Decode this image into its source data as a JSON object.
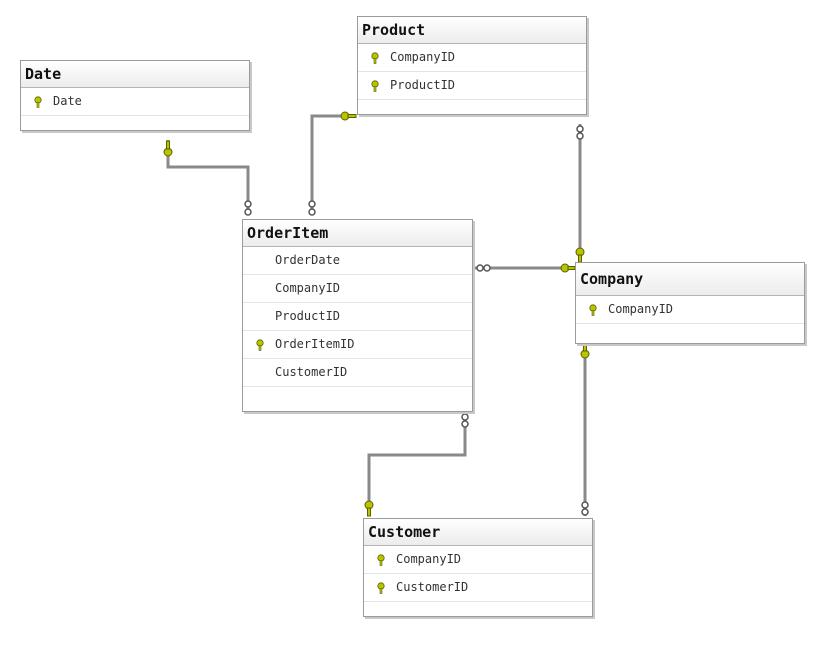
{
  "diagram": {
    "tables": {
      "date": {
        "title": "Date",
        "columns": [
          {
            "name": "Date",
            "pk": true
          }
        ]
      },
      "product": {
        "title": "Product",
        "columns": [
          {
            "name": "CompanyID",
            "pk": true
          },
          {
            "name": "ProductID",
            "pk": true
          }
        ]
      },
      "orderitem": {
        "title": "OrderItem",
        "columns": [
          {
            "name": "OrderDate",
            "pk": false
          },
          {
            "name": "CompanyID",
            "pk": false
          },
          {
            "name": "ProductID",
            "pk": false
          },
          {
            "name": "OrderItemID",
            "pk": true
          },
          {
            "name": "CustomerID",
            "pk": false
          }
        ]
      },
      "company": {
        "title": "Company",
        "columns": [
          {
            "name": "CompanyID",
            "pk": true
          }
        ]
      },
      "customer": {
        "title": "Customer",
        "columns": [
          {
            "name": "CompanyID",
            "pk": true
          },
          {
            "name": "CustomerID",
            "pk": true
          }
        ]
      }
    },
    "relationships": [
      {
        "from": "date",
        "to": "orderitem",
        "one_end": "date",
        "many_end": "orderitem"
      },
      {
        "from": "product",
        "to": "orderitem",
        "one_end": "product",
        "many_end": "orderitem"
      },
      {
        "from": "company",
        "to": "orderitem",
        "one_end": "company",
        "many_end": "orderitem"
      },
      {
        "from": "customer",
        "to": "orderitem",
        "one_end": "customer",
        "many_end": "orderitem"
      },
      {
        "from": "company",
        "to": "product",
        "one_end": "company",
        "many_end": "product"
      },
      {
        "from": "company",
        "to": "customer",
        "one_end": "company",
        "many_end": "customer"
      }
    ],
    "colors": {
      "key": "#b8c400",
      "line": "#7a7a7a",
      "border": "#9b9b9b"
    },
    "icons": {
      "primary_key": "key-icon"
    }
  }
}
